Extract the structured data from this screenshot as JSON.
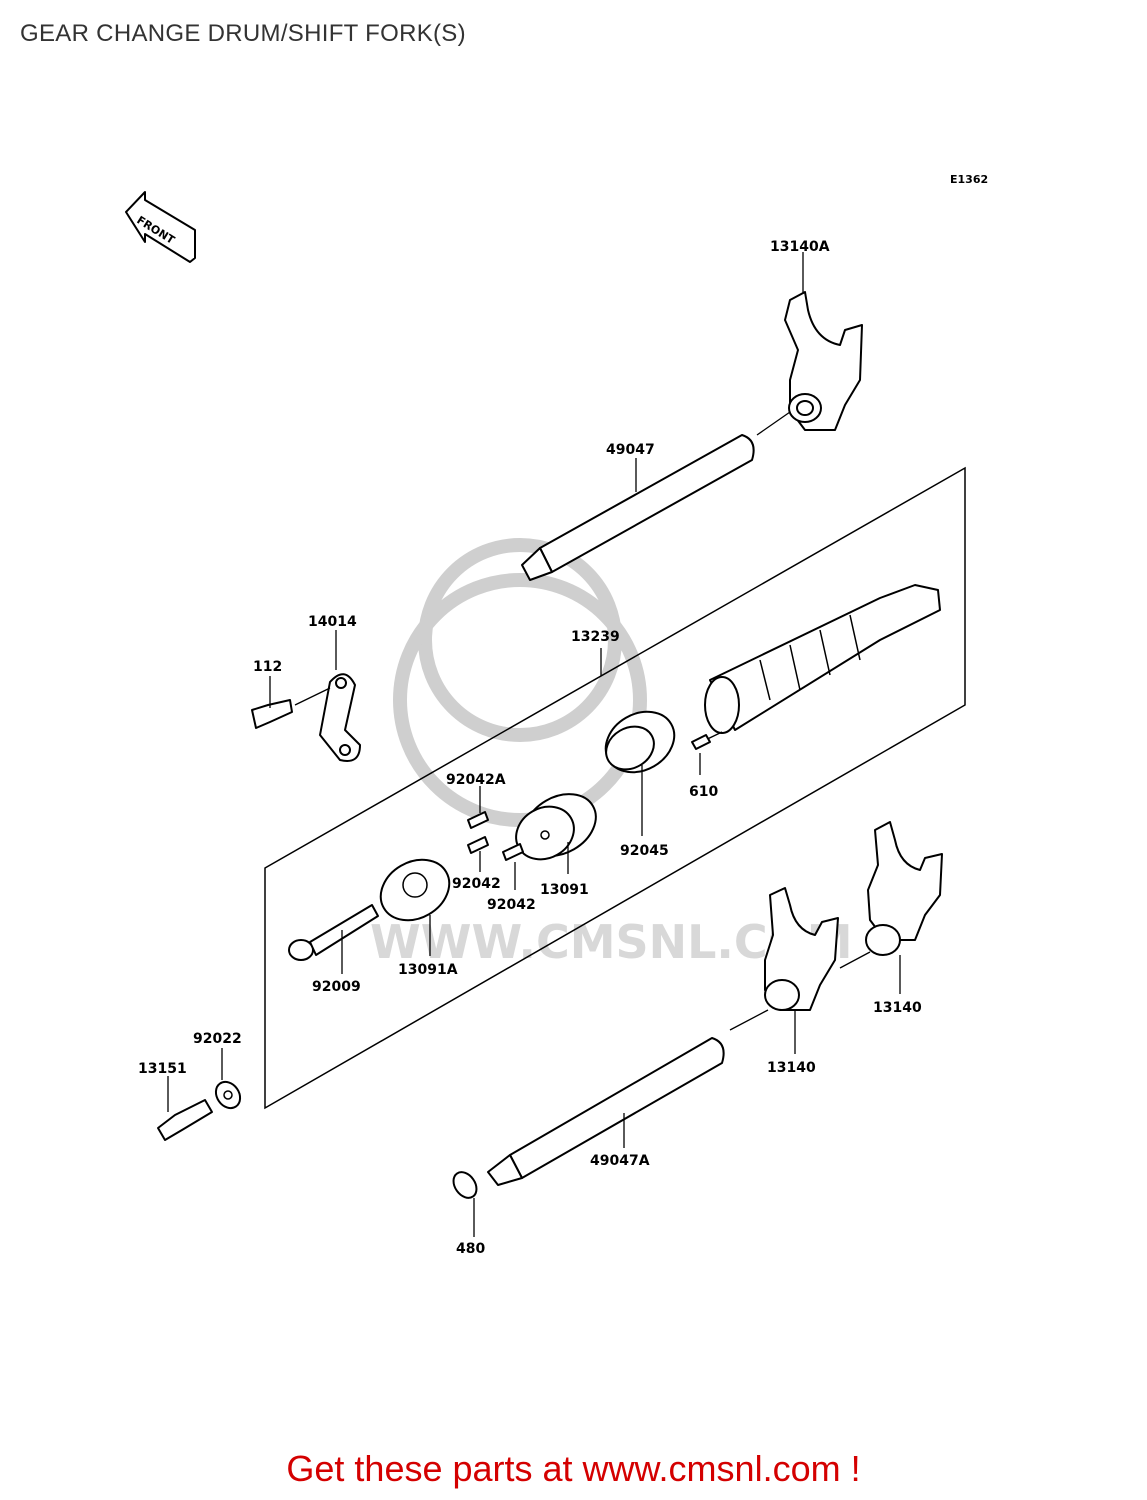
{
  "page_title": "GEAR CHANGE DRUM/SHIFT FORK(S)",
  "diagram_code": "E1362",
  "front_marker": "FRONT",
  "watermark_text": "WWW.CMSNL.COM",
  "footer_text": "Get these parts at www.cmsnl.com !",
  "colors": {
    "footer": "#d40000",
    "title": "#333333"
  },
  "parts": [
    {
      "id": "13140A"
    },
    {
      "id": "49047"
    },
    {
      "id": "14014"
    },
    {
      "id": "112"
    },
    {
      "id": "13239"
    },
    {
      "id": "92042A"
    },
    {
      "id": "92042"
    },
    {
      "id": "92042"
    },
    {
      "id": "13091"
    },
    {
      "id": "92045"
    },
    {
      "id": "610"
    },
    {
      "id": "92009"
    },
    {
      "id": "13091A"
    },
    {
      "id": "13140"
    },
    {
      "id": "13140"
    },
    {
      "id": "92022"
    },
    {
      "id": "13151"
    },
    {
      "id": "49047A"
    },
    {
      "id": "480"
    }
  ]
}
